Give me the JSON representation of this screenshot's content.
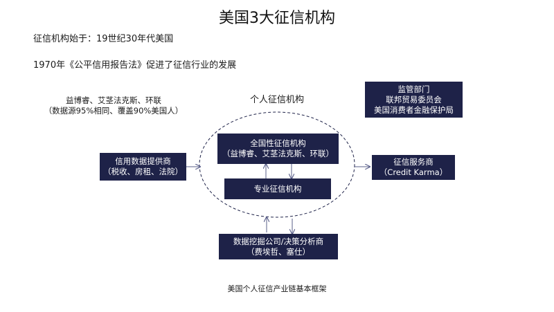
{
  "title": "美国3大征信机构",
  "intro": {
    "line1": "征信机构始于：19世纪30年代美国",
    "line2": "1970年《公平信用报告法》促进了征信行业的发展"
  },
  "bureaus_note": {
    "line1": "益博睿、艾茎法克斯、环联",
    "line2": "（数据源95%相同、覆盖90%美国人）"
  },
  "personal_label": "个人征信机构",
  "regulators": {
    "line1": "监管部门",
    "line2": "联邦贸易委员会",
    "line3": "美国消费者金融保护局"
  },
  "national_agency": {
    "line1": "全国性征信机构",
    "line2": "（益博睿、艾茎法克斯、环联）"
  },
  "specialized_agency": {
    "line1": "专业征信机构"
  },
  "data_providers": {
    "line1": "信用数据提供商",
    "line2": "（税收、房租、法院）"
  },
  "credit_services": {
    "line1": "征信服务商",
    "line2": "（Credit Karma）"
  },
  "data_mining": {
    "line1": "数据挖掘公司/决策分析商",
    "line2": "（费埃哲、塞仕）"
  },
  "caption": "美国个人征信产业链基本框架",
  "colors": {
    "box_fill": "#1e2248",
    "box_text": "#ffffff",
    "arrow": "#5a5f8a"
  }
}
